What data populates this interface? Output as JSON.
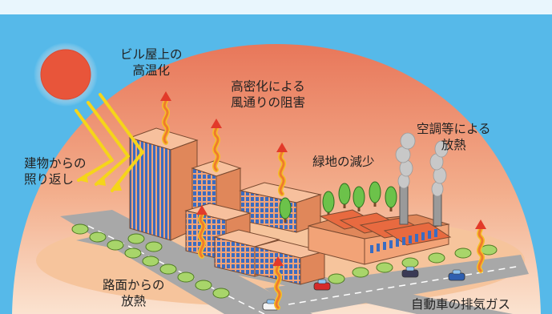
{
  "labels": {
    "rooftop_heat": [
      "ビル屋上の",
      "高温化"
    ],
    "wind_blocking": [
      "高密化による",
      "風通りの阻害"
    ],
    "ac_heat": [
      "空調等による",
      "放熱"
    ],
    "reflection": [
      "建物からの",
      "照り返し"
    ],
    "green_loss": [
      "緑地の減少"
    ],
    "road_heat": [
      "路面からの",
      "放熱"
    ],
    "car_exhaust": [
      "自動車の排気ガス"
    ]
  },
  "colors": {
    "sky": "#56b9e9",
    "dome_top": "#e8775a",
    "dome_bottom": "#fbe0cc",
    "sun": "#e8553a",
    "sun_glow": "#b6b6c4",
    "sunbeam": "#f5d51a",
    "building": "#f2a377",
    "window": "#3a6cc1",
    "road": "#a8a8a8",
    "hedge": "#a8d56a",
    "tree": "#6cc24a",
    "heat_arrow": "#f07a2e",
    "arrow_head": "#e23a2a",
    "steam": "#c8c8c8"
  },
  "icons": [
    "sun-icon",
    "sunbeam-icon",
    "heat-arrow-icon",
    "tree-icon",
    "car-icon",
    "smoke-icon"
  ]
}
